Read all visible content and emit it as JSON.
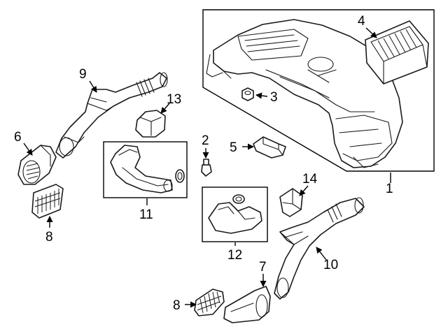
{
  "diagram": {
    "callouts": [
      {
        "id": "c1",
        "label": "1"
      },
      {
        "id": "c2",
        "label": "2"
      },
      {
        "id": "c3",
        "label": "3"
      },
      {
        "id": "c4",
        "label": "4"
      },
      {
        "id": "c5",
        "label": "5"
      },
      {
        "id": "c6",
        "label": "6"
      },
      {
        "id": "c7",
        "label": "7"
      },
      {
        "id": "c8a",
        "label": "8"
      },
      {
        "id": "c8b",
        "label": "8"
      },
      {
        "id": "c9",
        "label": "9"
      },
      {
        "id": "c10",
        "label": "10"
      },
      {
        "id": "c11",
        "label": "11"
      },
      {
        "id": "c12",
        "label": "12"
      },
      {
        "id": "c13",
        "label": "13"
      },
      {
        "id": "c14",
        "label": "14"
      }
    ],
    "colors": {
      "line": "#1a1a1a",
      "background": "#ffffff"
    }
  }
}
